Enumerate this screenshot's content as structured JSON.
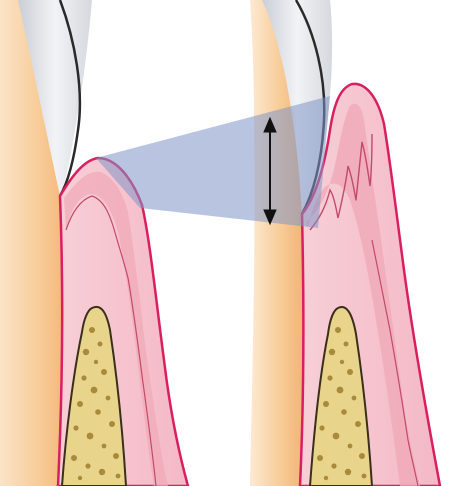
{
  "figure": {
    "panels": [
      {
        "id": "left",
        "state": "normal gingiva"
      },
      {
        "id": "right",
        "state": "enlarged gingiva"
      }
    ],
    "colors": {
      "tooth_root": "#f6c592",
      "enamel_crown": "#e3e6ea",
      "crown_outline": "#2a2a2a",
      "gingiva_fill": "#f6c6cf",
      "gingiva_dark": "#f0a9b8",
      "gingiva_outline": "#d81f5f",
      "bone_fill": "#e9d48c",
      "bone_outline": "#3a2f1a",
      "bone_pores": "#a88a3a",
      "comparison_band": "#7f96c6",
      "arrow": "#111111"
    },
    "icons": [
      "double-arrow-icon"
    ]
  }
}
